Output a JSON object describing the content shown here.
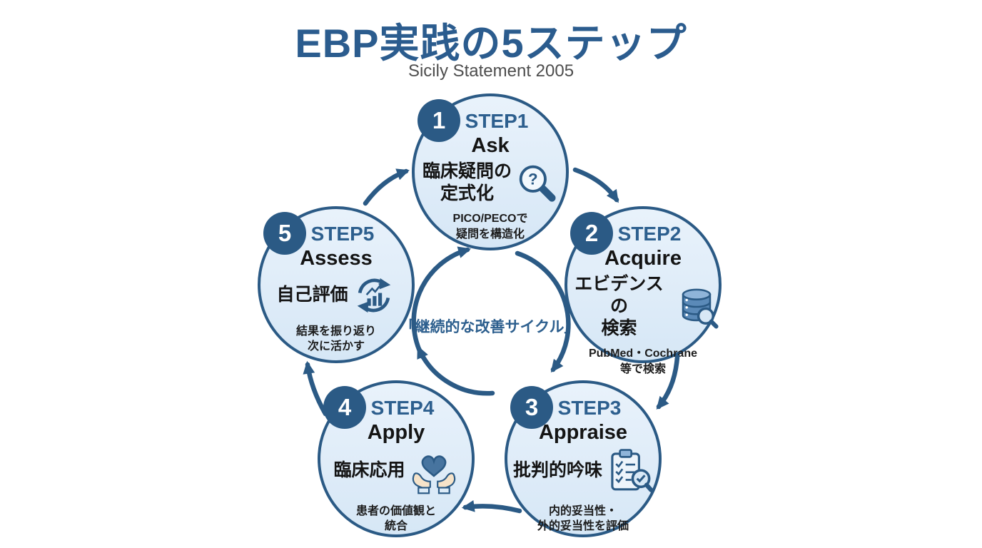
{
  "header": {
    "title": "EBP実践の5ステップ",
    "subtitle": "Sicily Statement 2005"
  },
  "center": {
    "label": "「継続的な改善サイクル」"
  },
  "colors": {
    "primary_blue": "#2b5a85",
    "heading_blue": "#2b5c8e",
    "step_label_blue": "#2d5f8e",
    "circle_fill_light": "#dcebf7",
    "subtitle_gray": "#4d4d4d",
    "text_black": "#141414"
  },
  "steps": [
    {
      "number": "1",
      "label": "STEP1",
      "name": "Ask",
      "jp_title": "臨床疑問の\n定式化",
      "detail": "PICO/PECOで\n疑問を構造化",
      "icon": "magnifier-question",
      "icon_glyph": "?"
    },
    {
      "number": "2",
      "label": "STEP2",
      "name": "Acquire",
      "jp_title": "エビデンスの\n検索",
      "detail": "PubMed・Cochrane\n等で検索",
      "icon": "database-search"
    },
    {
      "number": "3",
      "label": "STEP3",
      "name": "Appraise",
      "jp_title": "批判的吟味",
      "detail": "内的妥当性・\n外的妥当性を評価",
      "icon": "checklist-search"
    },
    {
      "number": "4",
      "label": "STEP4",
      "name": "Apply",
      "jp_title": "臨床応用",
      "detail": "患者の価値観と\n統合",
      "icon": "hands-heart"
    },
    {
      "number": "5",
      "label": "STEP5",
      "name": "Assess",
      "jp_title": "自己評価",
      "detail": "結果を振り返り\n次に活かす",
      "icon": "chart-refresh"
    }
  ]
}
